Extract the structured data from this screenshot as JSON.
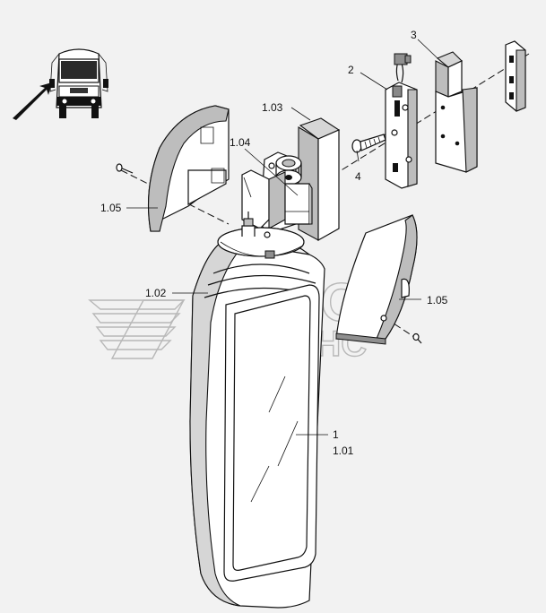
{
  "labels": {
    "l_1": "1",
    "l_1_01": "1.01",
    "l_1_02": "1.02",
    "l_1_03": "1.03",
    "l_1_04": "1.04",
    "l_1_05_left": "1.05",
    "l_1_05_right": "1.05",
    "l_2": "2",
    "l_3": "3",
    "l_4": "4"
  },
  "watermark": {
    "line1": "АВТО",
    "line2": "АЛЬЯНС"
  },
  "colors": {
    "background": "#f2f2f2",
    "line": "#111111",
    "shade": "#bdbdbd",
    "watermark": "#b8b8b8"
  }
}
